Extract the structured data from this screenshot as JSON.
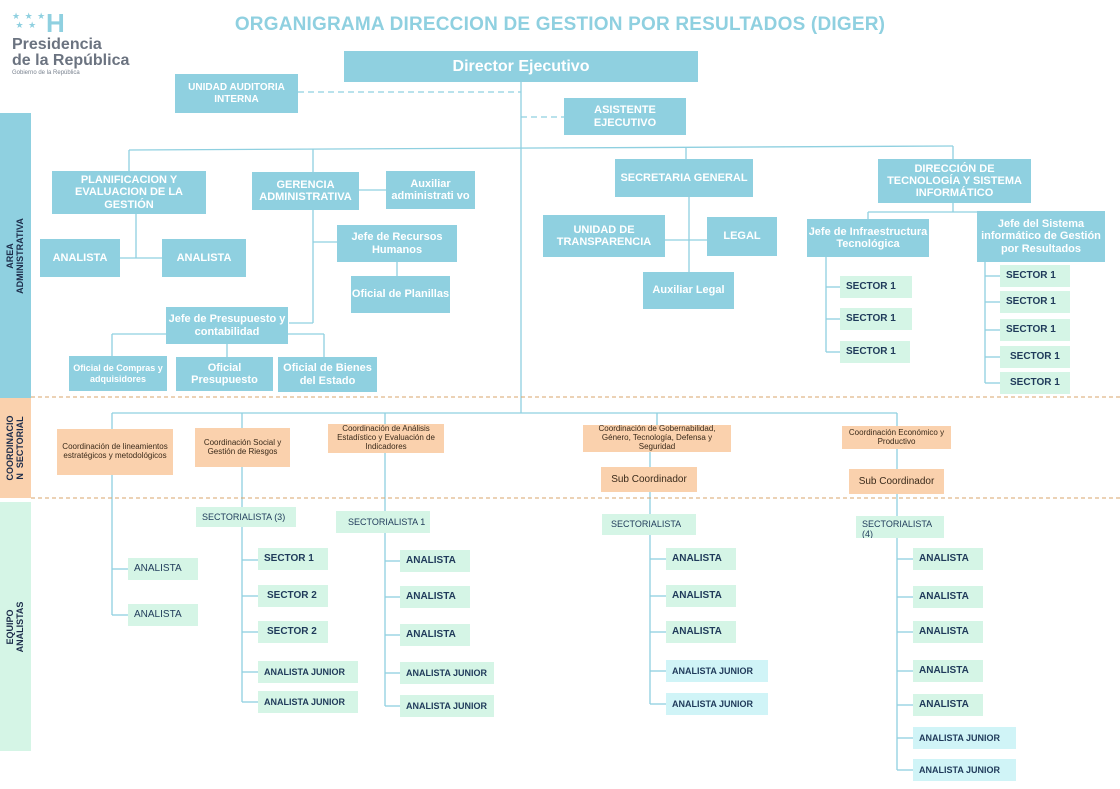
{
  "logo": {
    "stars": "★ ★ ★\n ★ ★",
    "letter": "H",
    "line1": "Presidencia",
    "line2": "de la República",
    "line3": "Gobierno de la República"
  },
  "title": "ORGANIGRAMA DIRECCION DE GESTION POR RESULTADOS (DIGER)",
  "bands": {
    "admin": "AREA\nADMINISTRATIVA",
    "coord": "COORDINACIO\nN  SECTORIAL",
    "equipo": "EQUIPO\nANALISTAS"
  },
  "top": {
    "director": "Director Ejecutivo",
    "auditoria": "UNIDAD AUDITORIA INTERNA",
    "asistente": "ASISTENTE EJECUTIVO"
  },
  "admin": {
    "planificacion": "PLANIFICACION Y EVALUACION DE LA GESTIÓN",
    "analista_left_1": "ANALISTA",
    "analista_left_2": "ANALISTA",
    "gerencia": "GERENCIA ADMINISTRATIVA",
    "auxiliar_admin": "Auxiliar administrati vo",
    "jefe_rrhh": "Jefe de Recursos Humanos",
    "oficial_planillas": "Oficial de Planillas",
    "jefe_presupuesto": "Jefe de Presupuesto y contabilidad",
    "oficial_compras": "Oficial de Compras y adquisidores",
    "oficial_presupuesto": "Oficial Presupuesto",
    "oficial_bienes": "Oficial de Bienes del Estado",
    "secretaria": "SECRETARIA GENERAL",
    "transparencia": "UNIDAD DE TRANSPARENCIA",
    "legal": "LEGAL",
    "auxiliar_legal": "Auxiliar Legal",
    "tecnologia": "DIRECCIÓN DE TECNOLOGÍA Y SISTEMA INFORMÁTICO",
    "jefe_infra": "Jefe de Infraestructura Tecnológica",
    "infra_sectors": [
      "SECTOR 1",
      "SECTOR 1",
      "SECTOR 1"
    ],
    "jefe_sistema": "Jefe del Sistema informático de Gestión por Resultados",
    "sistema_sectors": [
      "SECTOR 1",
      "SECTOR 1",
      "SECTOR 1",
      "SECTOR 1",
      "SECTOR 1"
    ]
  },
  "coord": {
    "lineamientos": "Coordinación de lineamientos estratégicos y metodológicos",
    "social": "Coordinación Social y Gestión de Riesgos",
    "analisis": "Coordinación de Análisis Estadístico y Evaluación de Indicadores",
    "gobernabilidad": "Coordinación de Gobernabilidad, Género, Tecnología, Defensa y Seguridad",
    "sub_gob": "Sub Coordinador",
    "economico": "Coordinación Económico y Productivo",
    "sub_eco": "Sub Coordinador"
  },
  "equipo": {
    "col1": [
      "ANALISTA",
      "ANALISTA"
    ],
    "sect2": "SECTORIALISTA (3)",
    "col2": [
      "SECTOR 1",
      "SECTOR 2",
      "SECTOR 2",
      "ANALISTA JUNIOR",
      "ANALISTA JUNIOR"
    ],
    "sect3": "SECTORIALISTA 1",
    "col3": [
      "ANALISTA",
      "ANALISTA",
      "ANALISTA",
      "ANALISTA JUNIOR",
      "ANALISTA JUNIOR"
    ],
    "sect4": "SECTORIALISTA",
    "col4": [
      "ANALISTA",
      "ANALISTA",
      "ANALISTA",
      "ANALISTA JUNIOR",
      "ANALISTA JUNIOR"
    ],
    "sect5": "SECTORIALISTA (4)",
    "col5": [
      "ANALISTA",
      "ANALISTA",
      "ANALISTA",
      "ANALISTA",
      "ANALISTA",
      "ANALISTA JUNIOR",
      "ANALISTA JUNIOR"
    ]
  },
  "colors": {
    "primary_blue": "#8fd0e0",
    "peach": "#fad1ad",
    "mint": "#d5f5e6",
    "band_green": "#d5f5e6",
    "dashed_divider": "#d9a46b",
    "title": "#8fd0e0"
  }
}
